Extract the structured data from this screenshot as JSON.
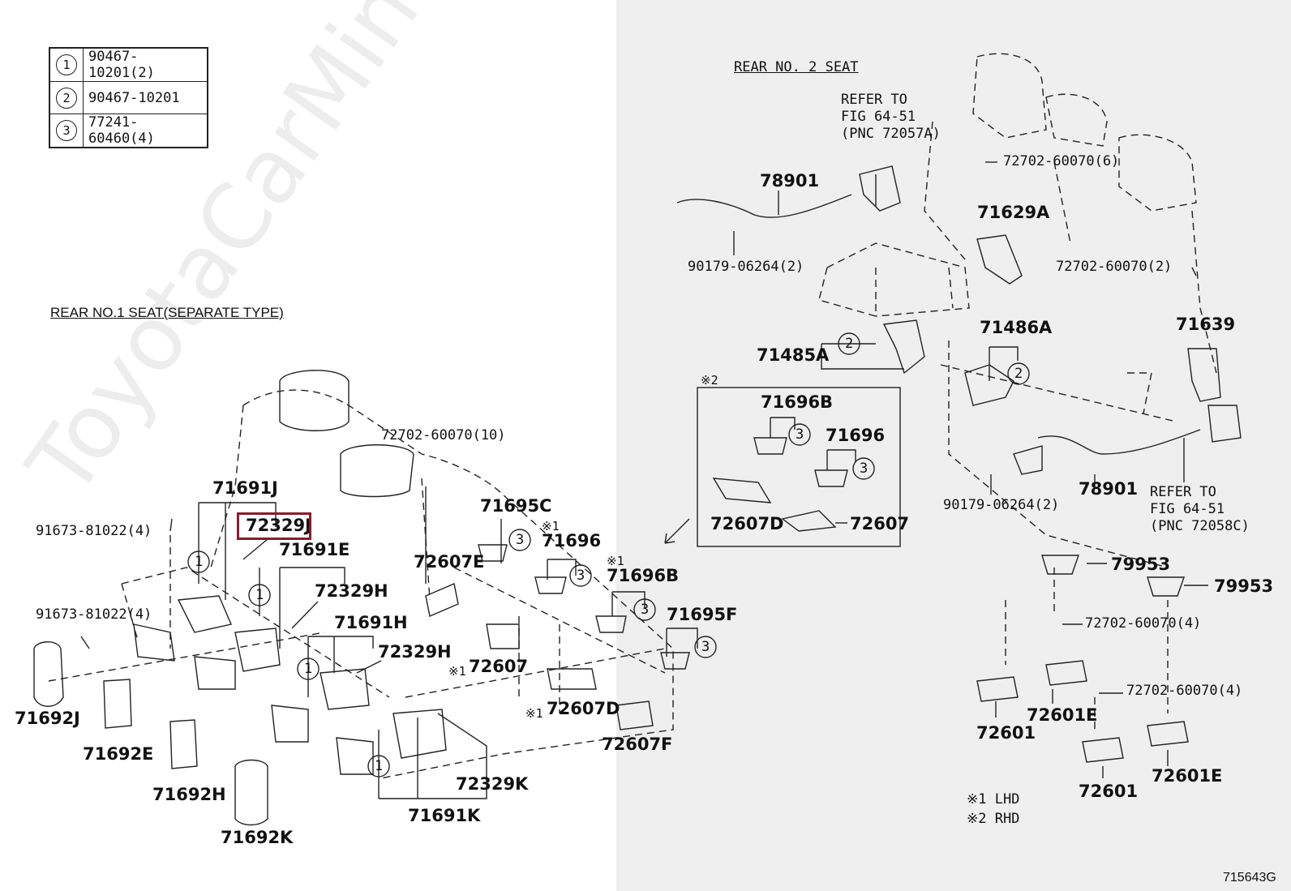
{
  "legend": [
    {
      "num": "1",
      "part": "90467-10201(2)"
    },
    {
      "num": "2",
      "part": "90467-10201"
    },
    {
      "num": "3",
      "part": "77241-60460(4)"
    }
  ],
  "section_titles": {
    "rear_no1": "REAR NO.1 SEAT(SEPARATE TYPE)",
    "rear_no2": "REAR NO. 2 SEAT"
  },
  "refer_top": [
    "REFER TO",
    "FIG 64-51",
    "(PNC 72057A)"
  ],
  "refer_bottom": [
    "REFER TO",
    "FIG 64-51",
    "(PNC 72058C)"
  ],
  "left_labels": {
    "p72702_10": "72702-60070(10)",
    "p71691J": "71691J",
    "p72329J": "72329J",
    "p91673_a": "91673-81022(4)",
    "p91673_b": "91673-81022(4)",
    "p71691E": "71691E",
    "p72329H": "72329H",
    "p71691H": "71691H",
    "p72329H_b": "72329H",
    "p71695C": "71695C",
    "p71696": "71696",
    "p72607E": "72607E",
    "p71696B": "71696B",
    "p71695F": "71695F",
    "p72607": "72607",
    "p72607D": "72607D",
    "p72607F": "72607F",
    "p71692J": "71692J",
    "p71692E": "71692E",
    "p71692H": "71692H",
    "p71692K": "71692K",
    "p72329K": "72329K",
    "p71691K": "71691K"
  },
  "marks": {
    "lhd": "※1",
    "rhd": "※2"
  },
  "right_labels": {
    "p78901_top": "78901",
    "p90179_top": "90179-06264(2)",
    "p72702_6": "72702-60070(6)",
    "p71629A": "71629A",
    "p72702_2": "72702-60070(2)",
    "p71485A": "71485A",
    "p71486A": "71486A",
    "p71639": "71639",
    "p78901_bot": "78901",
    "p90179_bot": "90179-06264(2)",
    "p79953_a": "79953",
    "p79953_b": "79953",
    "p72702_4a": "72702-60070(4)",
    "p72702_4b": "72702-60070(4)",
    "p72601_a": "72601",
    "p72601E_a": "72601E",
    "p72601_b": "72601",
    "p72601E_b": "72601E"
  },
  "rhd_box": {
    "mark": "※2",
    "p71696B": "71696B",
    "p71696": "71696",
    "p72607D": "72607D",
    "p72607": "72607"
  },
  "notes": {
    "lhd": "※1 LHD",
    "rhd": "※2 RHD"
  },
  "figure_code": "715643G",
  "watermark": "ToyotaCarMine.ru"
}
